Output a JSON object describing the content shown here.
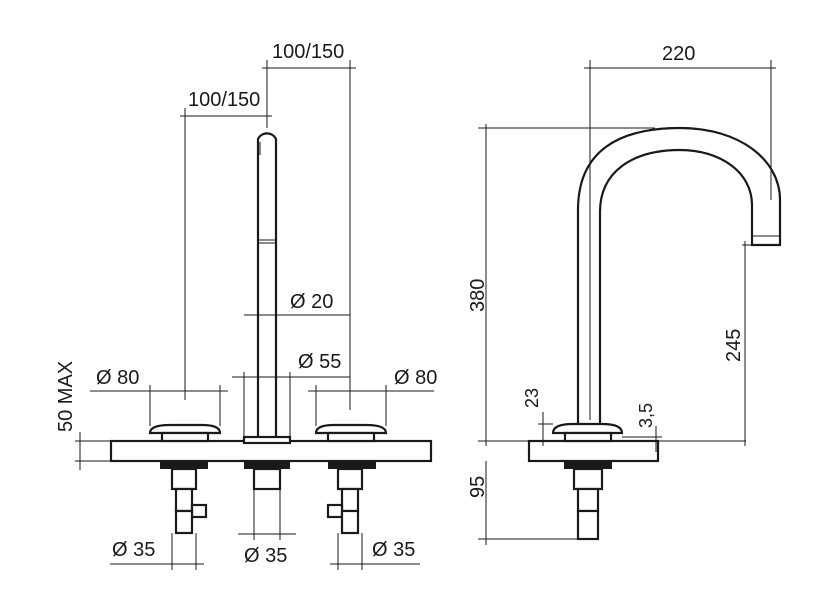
{
  "dimensions": {
    "spout_spacing_top": "100/150",
    "spout_spacing_left": "100/150",
    "spout_tube_diameter": "Ø 20",
    "spout_base_diameter": "Ø 55",
    "left_handle_diameter": "Ø 80",
    "right_handle_diameter": "Ø 80",
    "deck_thickness_max": "50 MAX",
    "left_shank_diameter": "Ø 35",
    "center_shank_diameter": "Ø 35",
    "right_shank_diameter": "Ø 35",
    "spout_reach": "220",
    "spout_height": "380",
    "spout_outlet_height": "245",
    "handle_height": "23",
    "escutcheon_thickness": "3,5",
    "below_deck_depth": "95"
  }
}
